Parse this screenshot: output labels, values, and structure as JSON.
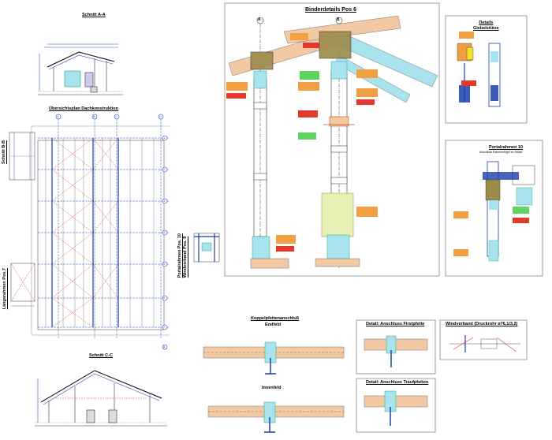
{
  "titles": {
    "schnitt_aa": "Schnitt A-A",
    "uebersicht": "Übersichtsplan Dachkonstruktion",
    "schnitt_bb": "Schnitt B-B",
    "laengsrahmen": "Längsrahmen Pos.7",
    "portalrahmen_pos9": "Portalrahmen Pos. 10\nWindverband Pos. 9",
    "schnitt_cc": "Schnitt C-C",
    "binderdetails": "Binderdetails Pos 6",
    "details_giebel": "Details\nGiebelstütze",
    "portalrahmen": "Portalrahmen 10",
    "portalrahmen_sub": "Anschluss Rahmenriegel an Stütze",
    "koppelpfetten": "Koppelpfettenanschluß",
    "endfeld": "Endfeld",
    "innenfeld": "Innenfeld",
    "firstpfette": "Detail: Anschluss Firstpfette",
    "traufpfette": "Detail: Anschluss Traufpfetten",
    "windverband": "Windverband (Druckrohr ø76,1/3,2)"
  },
  "axis_labels": {
    "binder_left": "A",
    "binder_right": "B",
    "plan_top": [
      "A",
      "B",
      "C",
      "D"
    ],
    "plan_right": [
      "1",
      "2",
      "3",
      "4",
      "5",
      "6",
      "7",
      "8"
    ]
  },
  "colors": {
    "timber": "#f3c9a3",
    "steel_blue": "#1a3fa8",
    "grid_blue": "#2a52be",
    "bracing_red": "#d84040",
    "cyan": "#a9e3ee",
    "orange_tag": "#f0a040",
    "red_tag": "#e23a2a",
    "green_tag": "#5fd35f",
    "olive": "#9b8a4a"
  }
}
